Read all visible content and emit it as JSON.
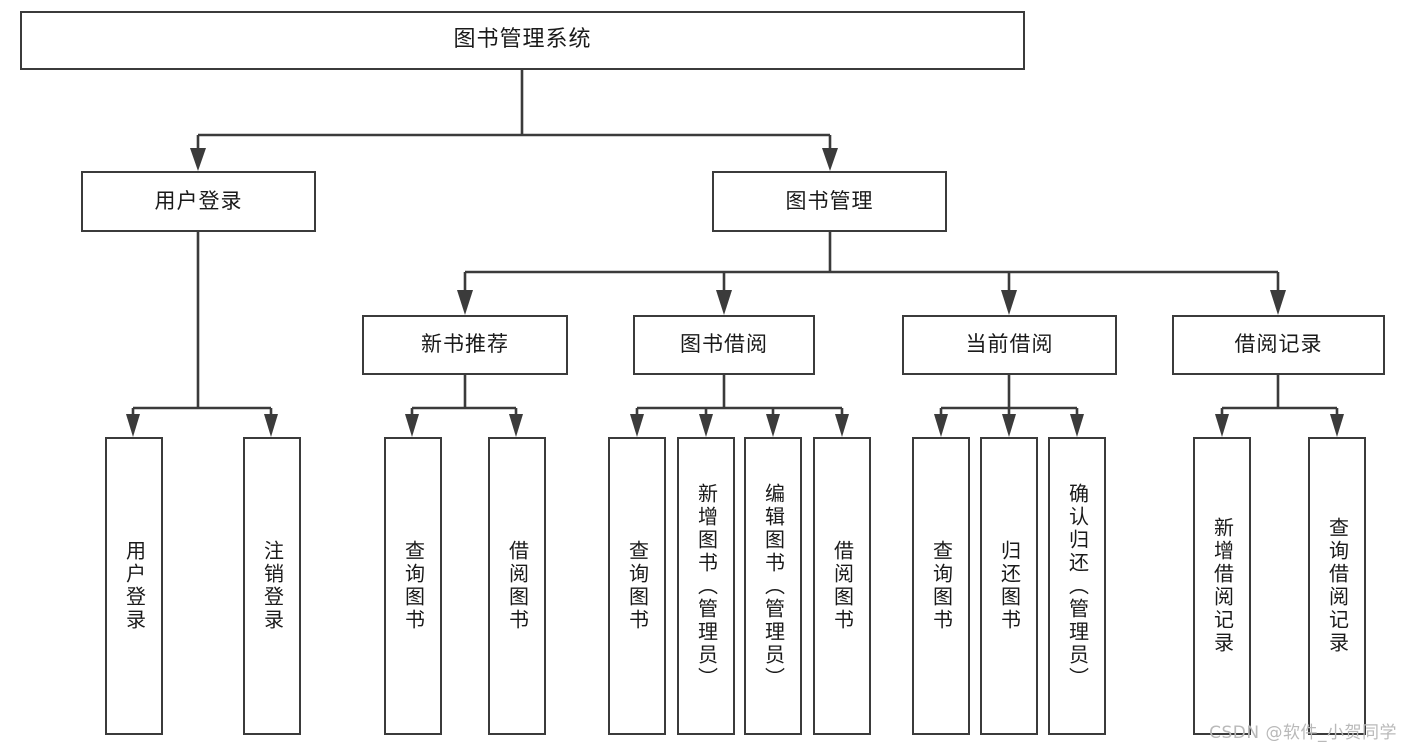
{
  "diagram": {
    "title": "图书管理系统",
    "type": "tree",
    "watermark": "CSDN @软件_小贺同学",
    "stroke_color": "#3b3b3b",
    "background_color": "#ffffff",
    "text_color": "#1a1a1a",
    "root": {
      "label": "图书管理系统"
    },
    "level2": [
      {
        "label": "用户登录"
      },
      {
        "label": "图书管理"
      }
    ],
    "level3": [
      {
        "label": "新书推荐"
      },
      {
        "label": "图书借阅"
      },
      {
        "label": "当前借阅"
      },
      {
        "label": "借阅记录"
      }
    ],
    "leaves": {
      "user_login": [
        {
          "label": "用户登录"
        },
        {
          "label": "注销登录"
        }
      ],
      "new_book_recommend": [
        {
          "label": "查询图书"
        },
        {
          "label": "借阅图书"
        }
      ],
      "book_borrow": [
        {
          "label": "查询图书"
        },
        {
          "label": "新增图书（管理员）"
        },
        {
          "label": "编辑图书（管理员）"
        },
        {
          "label": "借阅图书"
        }
      ],
      "current_borrow": [
        {
          "label": "查询图书"
        },
        {
          "label": "归还图书"
        },
        {
          "label": "确认归还（管理员）"
        }
      ],
      "borrow_record": [
        {
          "label": "新增借阅记录"
        },
        {
          "label": "查询借阅记录"
        }
      ]
    }
  }
}
